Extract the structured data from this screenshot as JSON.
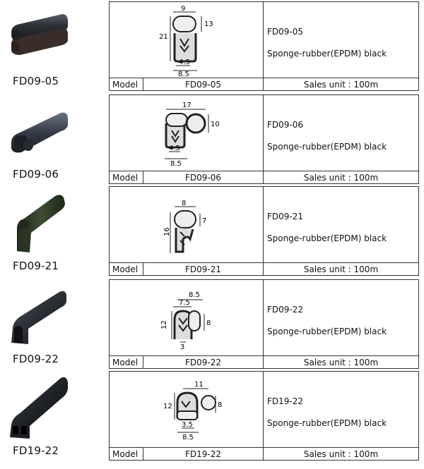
{
  "products": [
    {
      "model": "FD09-05",
      "table_model_label": "Model",
      "table_model_value": "FD09-05",
      "sales_unit": "Sales unit : 100m",
      "desc_code": "FD09-05",
      "desc_material": "Sponge-rubber(EPDM) black",
      "dims": [
        "9",
        "21",
        "13",
        "4.5",
        "8.5"
      ]
    },
    {
      "model": "FD09-06",
      "table_model_label": "Model",
      "table_model_value": "FD09-06",
      "sales_unit": "Sales unit : 100m",
      "desc_code": "FD09-06",
      "desc_material": "Sponge-rubber(EPDM) black",
      "dims": [
        "17",
        "10",
        "4.5",
        "8.5"
      ]
    },
    {
      "model": "FD09-21",
      "table_model_label": "Model",
      "table_model_value": "FD09-21",
      "sales_unit": "Sales unit : 100m",
      "desc_code": "FD09-21",
      "desc_material": "Sponge-rubber(EPDM) black",
      "dims": [
        "8",
        "16",
        "7"
      ]
    },
    {
      "model": "FD09-22",
      "table_model_label": "Model",
      "table_model_value": "FD09-22",
      "sales_unit": "Sales unit : 100m",
      "desc_code": "FD09-22",
      "desc_material": "Sponge-rubber(EPDM) black",
      "dims": [
        "8.5",
        "7.5",
        "12",
        "8",
        "3"
      ]
    },
    {
      "model": "FD19-22",
      "table_model_label": "Model",
      "table_model_value": "FD19-22",
      "sales_unit": "Sales unit : 100m",
      "desc_code": "FD19-22",
      "desc_material": "Sponge-rubber(EPDM) black",
      "dims": [
        "11",
        "12",
        "8",
        "3.5",
        "8.5"
      ]
    }
  ],
  "colors": {
    "rubber_dark": "#2a2d33",
    "rubber_green": "#2c3a26",
    "border": "#333333"
  }
}
